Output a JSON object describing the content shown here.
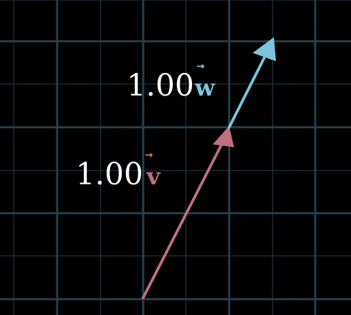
{
  "vectors": {
    "v": {
      "coefficient": "1.00",
      "name": "v",
      "accent": "⃗",
      "color": "#c0707f"
    },
    "w": {
      "coefficient": "1.00",
      "name": "w",
      "accent": "⃗",
      "color": "#7cc4dc"
    }
  },
  "grid": {
    "background": "#000000",
    "major_line_color": "#29404d",
    "minor_line_color": "#1c2c35"
  }
}
